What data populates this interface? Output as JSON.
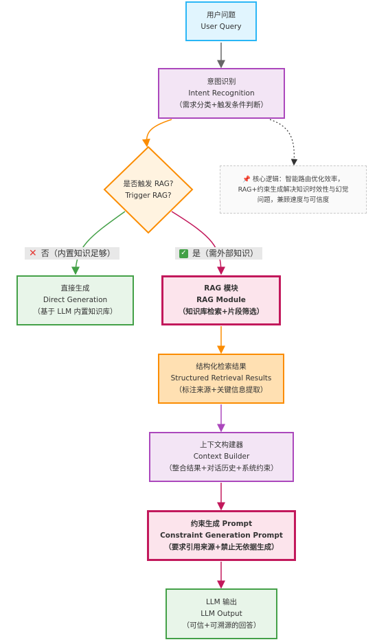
{
  "nodes": {
    "user_query": {
      "line1": "用户问题",
      "line2": "User Query"
    },
    "intent": {
      "line1": "意图识别",
      "line2": "Intent Recognition",
      "line3": "（需求分类+触发条件判断）"
    },
    "decision": {
      "line1": "是否触发 RAG?",
      "line2": "Trigger RAG?"
    },
    "note": {
      "icon": "pin-icon",
      "line1": "核心逻辑：智能路由优化效率，",
      "line2": "RAG+约束生成解决知识时效性与幻觉",
      "line3": "问题，兼顾速度与可信度"
    },
    "direct": {
      "line1": "直接生成",
      "line2": "Direct Generation",
      "line3": "（基于 LLM 内置知识库）"
    },
    "rag": {
      "line1": "RAG 模块",
      "line2": "RAG Module",
      "line3": "（知识库检索+片段筛选）"
    },
    "retrieval": {
      "line1": "结构化检索结果",
      "line2": "Structured Retrieval Results",
      "line3": "（标注来源+关键信息提取）"
    },
    "context": {
      "line1": "上下文构建器",
      "line2": "Context Builder",
      "line3": "（整合结果+对话历史+系统约束）"
    },
    "prompt": {
      "line1": "约束生成 Prompt",
      "line2": "Constraint Generation Prompt",
      "line3": "（要求引用来源+禁止无依据生成）"
    },
    "output": {
      "line1": "LLM 输出",
      "line2": "LLM Output",
      "line3": "（可信+可溯源的回答）"
    }
  },
  "edge_labels": {
    "no": {
      "icon": "x-icon",
      "text": "否（内置知识足够）"
    },
    "yes": {
      "icon": "check-icon",
      "text": "是（需外部知识）"
    }
  },
  "colors": {
    "blue": "#29b6f6",
    "purple": "#ab47bc",
    "green": "#43a047",
    "pink": "#c2185b",
    "orange": "#fb8c00",
    "gray": "#666666"
  }
}
